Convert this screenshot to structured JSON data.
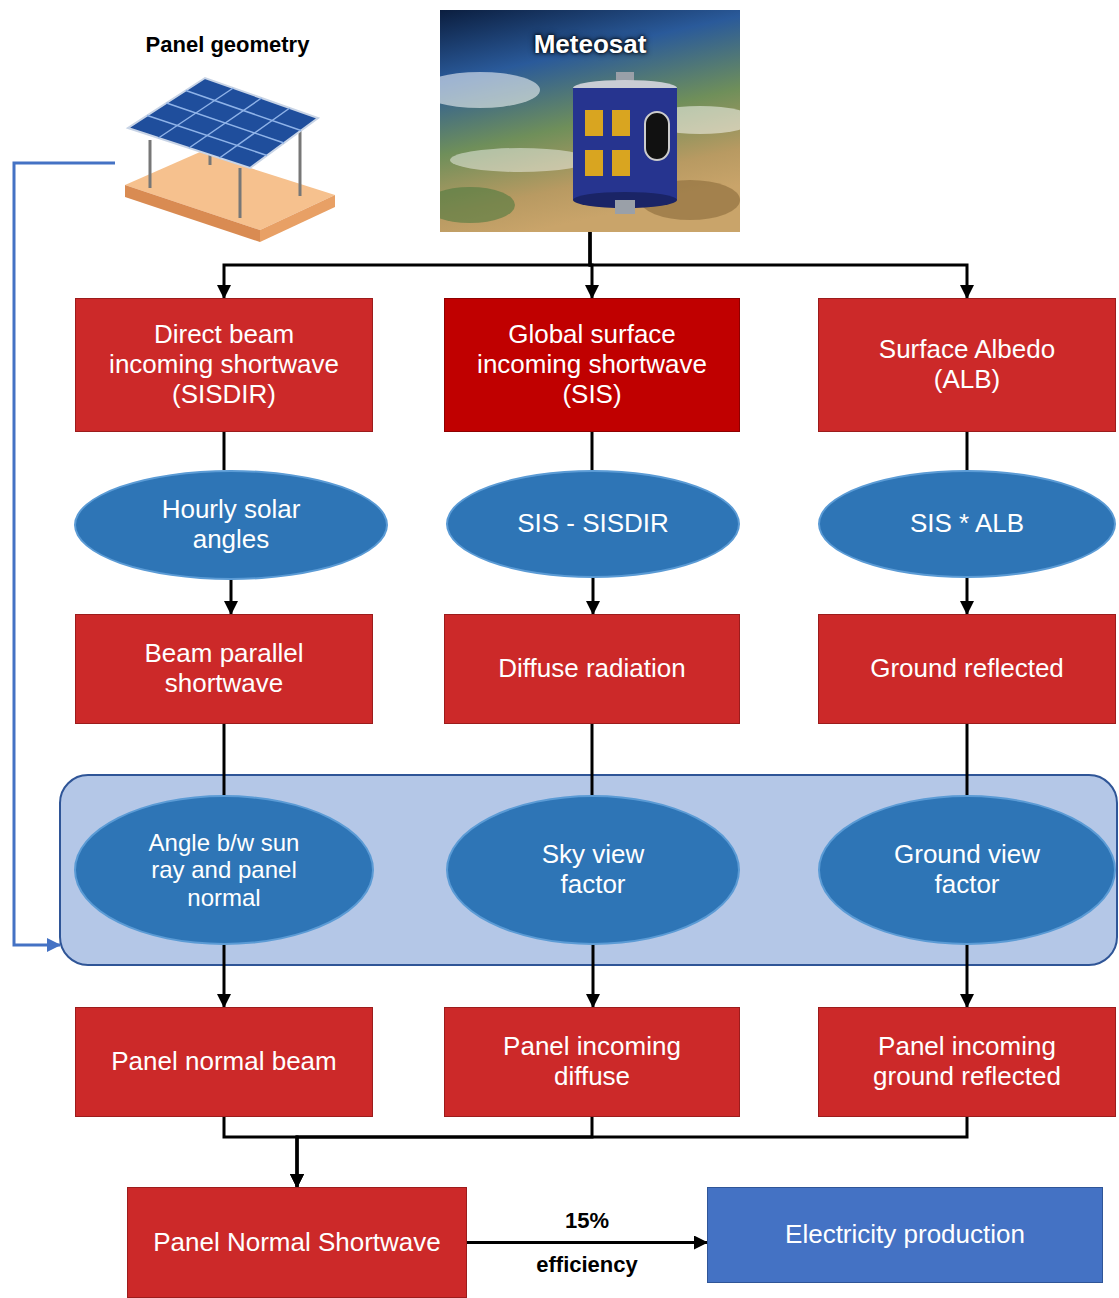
{
  "diagram": {
    "nodes": [
      {
        "text": [
          "Panel geometry"
        ]
      },
      {
        "text": [
          "Meteosat"
        ]
      },
      {
        "text": [
          "Direct beam incoming shortwave (SISDIR)"
        ]
      },
      {
        "text": [
          "Global surface incoming shortwave (SIS)"
        ]
      },
      {
        "text": [
          "Surface Albedo (ALB)"
        ]
      },
      {
        "text": [
          "Hourly solar angles"
        ]
      },
      {
        "text": [
          "SIS - SISDIR"
        ]
      },
      {
        "text": [
          "SIS * ALB"
        ]
      },
      {
        "text": [
          "Beam parallel shortwave"
        ]
      },
      {
        "text": [
          "Diffuse radiation"
        ]
      },
      {
        "text": [
          "Ground reflected"
        ]
      },
      {
        "text": []
      },
      {
        "text": [
          "Angle b/w sun ray and panel normal"
        ],
        "in": 11
      },
      {
        "text": [
          "Sky view factor"
        ],
        "in": 11
      },
      {
        "text": [
          "Ground view factor"
        ],
        "in": 11
      },
      {
        "text": [
          "Panel normal beam"
        ]
      },
      {
        "text": [
          "Panel incoming diffuse"
        ]
      },
      {
        "text": [
          "Panel incoming ground reflected"
        ]
      },
      {
        "text": [
          "Panel Normal Shortwave"
        ]
      },
      {
        "text": [
          "Electricity production"
        ]
      }
    ],
    "edges": [
      {
        "from": 0,
        "to": 11,
        "arrow": "to"
      },
      {
        "from": 1,
        "to": 2,
        "arrow": "to"
      },
      {
        "from": 1,
        "to": 3,
        "arrow": "to"
      },
      {
        "from": 1,
        "to": 4,
        "arrow": "to"
      },
      {
        "from": 2,
        "to": 5,
        "arrow": "none"
      },
      {
        "from": 5,
        "to": 8,
        "arrow": "to"
      },
      {
        "from": 3,
        "to": 6,
        "arrow": "none"
      },
      {
        "from": 6,
        "to": 9,
        "arrow": "to"
      },
      {
        "from": 4,
        "to": 7,
        "arrow": "none"
      },
      {
        "from": 7,
        "to": 10,
        "arrow": "to"
      },
      {
        "from": 8,
        "to": 12,
        "arrow": "none"
      },
      {
        "from": 9,
        "to": 13,
        "arrow": "none"
      },
      {
        "from": 10,
        "to": 14,
        "arrow": "none"
      },
      {
        "from": 12,
        "to": 15,
        "arrow": "to"
      },
      {
        "from": 13,
        "to": 16,
        "arrow": "to"
      },
      {
        "from": 14,
        "to": 17,
        "arrow": "to"
      },
      {
        "from": 15,
        "to": 18,
        "arrow": "to"
      },
      {
        "from": 16,
        "to": 18,
        "arrow": "to"
      },
      {
        "from": 17,
        "to": 18,
        "arrow": "to"
      },
      {
        "from": 18,
        "to": 19,
        "label": "15% efficiency",
        "arrow": "to"
      }
    ]
  }
}
